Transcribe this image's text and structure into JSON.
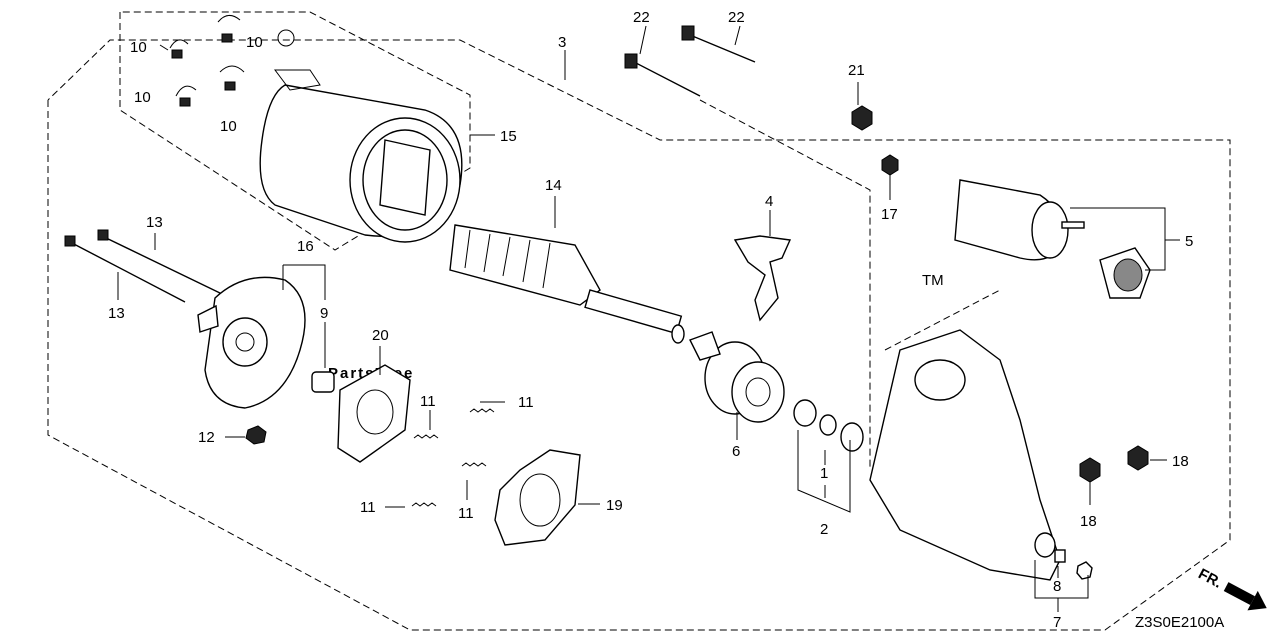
{
  "watermark": {
    "text": "PartsTree",
    "trademark": "TM"
  },
  "diagram_code": "Z3S0E2100A",
  "direction_label": "FR.",
  "labels": {
    "p1": "1",
    "p2": "2",
    "p3": "3",
    "p4": "4",
    "p5": "5",
    "p6": "6",
    "p7": "7",
    "p8": "8",
    "p9": "9",
    "p10a": "10",
    "p10b": "10",
    "p10c": "10",
    "p10d": "10",
    "p11a": "11",
    "p11b": "11",
    "p11c": "11",
    "p11d": "11",
    "p12": "12",
    "p13a": "13",
    "p13b": "13",
    "p14": "14",
    "p15": "15",
    "p16": "16",
    "p17": "17",
    "p18a": "18",
    "p18b": "18",
    "p19": "19",
    "p20": "20",
    "p21": "21",
    "p22a": "22",
    "p22b": "22"
  }
}
